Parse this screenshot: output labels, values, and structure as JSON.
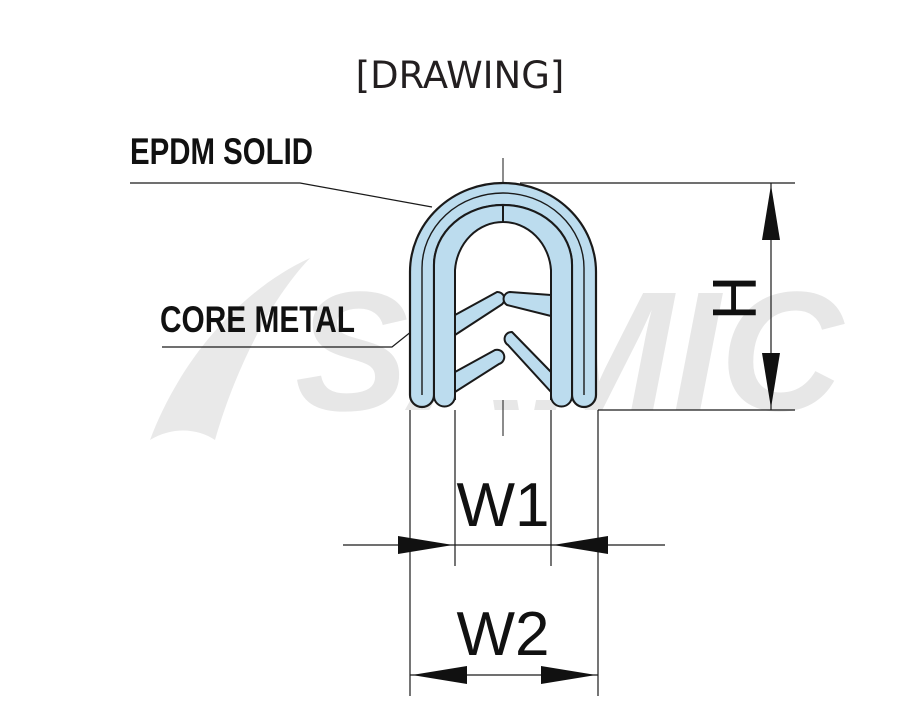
{
  "drawing": {
    "title": "[DRAWING]",
    "labels": {
      "epdm": "EPDM SOLID",
      "core": "CORE METAL"
    },
    "dimensions": {
      "height": "H",
      "inner_width": "W1",
      "outer_width": "W2"
    },
    "watermark": "SAMIC",
    "colors": {
      "rubber_fill": "#bcdcee",
      "outline": "#1a1a1a",
      "watermark": "#e7e7e7"
    }
  }
}
